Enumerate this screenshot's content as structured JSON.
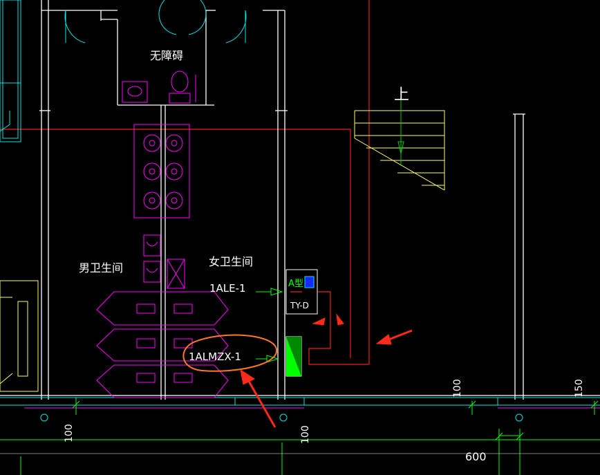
{
  "rooms": {
    "accessible": "无障碍",
    "mens": "男卫生间",
    "womens": "女卫生间"
  },
  "stair_label": "上",
  "panels": {
    "ale_label": "1ALE-1",
    "almzx_label": "1ALMZX-1",
    "box_label": "TY-D",
    "type_label": "A型"
  },
  "dimensions": {
    "d100_a": "100",
    "d100_b": "100",
    "d100_c": "100",
    "d150": "150",
    "d600": "600"
  },
  "colors": {
    "background": "#000000",
    "wall": "#ffffff",
    "fixture": "#ff00ff",
    "annotation": "#ff2a1a",
    "cyan": "#00e6e6",
    "stair": "#ffff66",
    "dim": "#00ff00",
    "panel_fill": "#00ff00"
  }
}
